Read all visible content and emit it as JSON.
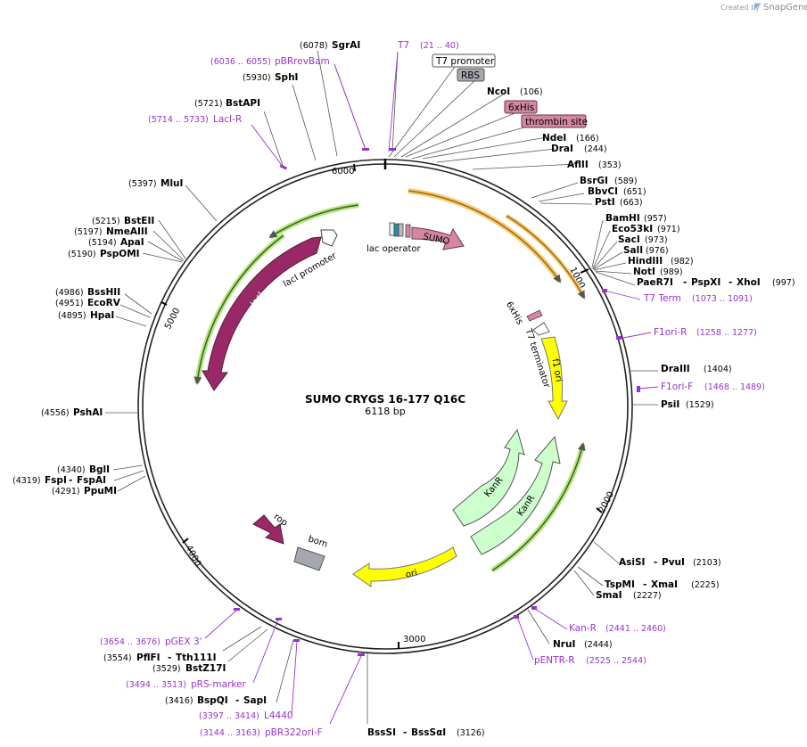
{
  "credit": {
    "prefix": "Created by",
    "brand": "SnapGene"
  },
  "plasmid": {
    "name": "SUMO CRYGS 16-177 Q16C",
    "size": "6118 bp"
  },
  "ticks": [
    "1000",
    "2000",
    "3000",
    "4000",
    "5000",
    "6000"
  ],
  "top_labels": {
    "sgrai": {
      "pos": "(6078)",
      "name": "SgrAI"
    },
    "t7": {
      "name": "T7",
      "range": "(21 .. 40)"
    },
    "pbrrevbam": {
      "range": "(6036 .. 6055)",
      "name": "pBRrevBam"
    },
    "t7prom": "T7 promoter",
    "sphi": {
      "pos": "(5930)",
      "name": "SphI"
    },
    "rbs": "RBS",
    "ncoi": {
      "name": "NcoI",
      "pos": "(106)"
    },
    "his6": "6xHis",
    "bstapi": {
      "pos": "(5721)",
      "name": "BstAPI"
    },
    "thrombin": "thrombin site",
    "laci_r": {
      "range": "(5714 .. 5733)",
      "name": "LacI-R"
    },
    "ndei": {
      "name": "NdeI",
      "pos": "(166)"
    },
    "drai1": {
      "name": "DraI",
      "pos": "(244)"
    },
    "aflii": {
      "name": "AflII",
      "pos": "(353)"
    }
  },
  "right_labels": {
    "bsrgi": {
      "name": "BsrGI",
      "pos": "(589)"
    },
    "bbvci": {
      "name": "BbvCI",
      "pos": "(651)"
    },
    "psti": {
      "name": "PstI",
      "pos": "(663)"
    },
    "bamhi": {
      "name": "BamHI",
      "pos": "(957)"
    },
    "eco53ki": {
      "name": "Eco53kI",
      "pos": "(971)"
    },
    "saci": {
      "name": "SacI",
      "pos": "(973)"
    },
    "sali": {
      "name": "SalI",
      "pos": "(976)"
    },
    "hindiii": {
      "name": "HindIII",
      "pos": "(982)"
    },
    "noti": {
      "name": "NotI",
      "pos": "(989)"
    },
    "paer7i": {
      "name1": "PaeR7I",
      "name2": "PspXI",
      "name3": "XhoI",
      "pos": "(997)"
    },
    "t7term": {
      "name": "T7 Term",
      "range": "(1073 .. 1091)"
    },
    "f1ori_r": {
      "name": "F1ori-R",
      "range": "(1258 .. 1277)"
    },
    "draiii": {
      "name": "DraIII",
      "pos": "(1404)"
    },
    "f1ori_f": {
      "name": "F1ori-F",
      "range": "(1468 .. 1489)"
    },
    "psii": {
      "name": "PsiI",
      "pos": "(1529)"
    },
    "asisi": {
      "name1": "AsiSI",
      "name2": "PvuI",
      "pos": "(2103)"
    },
    "tspmi": {
      "name1": "TspMI",
      "name2": "XmaI",
      "pos": "(2225)"
    },
    "smai": {
      "name": "SmaI",
      "pos": "(2227)"
    },
    "kan_r": {
      "name": "Kan-R",
      "range": "(2441 .. 2460)"
    },
    "nrui": {
      "name": "NruI",
      "pos": "(2444)"
    },
    "pentr_r": {
      "name": "pENTR-R",
      "range": "(2525 .. 2544)"
    }
  },
  "bottom_labels": {
    "bsssi": {
      "name1": "BssSI",
      "name2": "BssSαI",
      "pos": "(3126)"
    },
    "pbr322": {
      "range": "(3144 .. 3163)",
      "name": "pBR322ori-F"
    },
    "l4440": {
      "range": "(3397 .. 3414)",
      "name": "L4440"
    },
    "bspqi": {
      "pos": "(3416)",
      "name1": "BspQI",
      "name2": "SapI"
    },
    "prs": {
      "range": "(3494 .. 3513)",
      "name": "pRS-marker"
    },
    "bstz17i": {
      "pos": "(3529)",
      "name": "BstZ17I"
    },
    "pflfi": {
      "pos": "(3554)",
      "name1": "PflFI",
      "name2": "Tth111I"
    },
    "pgex": {
      "range": "(3654 .. 3676)",
      "name": "pGEX 3'"
    }
  },
  "left_labels": {
    "mlui": {
      "pos": "(5397)",
      "name": "MluI"
    },
    "bsteii": {
      "pos": "(5215)",
      "name": "BstEII"
    },
    "nmeaiii": {
      "pos": "(5197)",
      "name": "NmeAIII"
    },
    "apai": {
      "pos": "(5194)",
      "name": "ApaI"
    },
    "pspomi": {
      "pos": "(5190)",
      "name": "PspOMI"
    },
    "bsshii": {
      "pos": "(4986)",
      "name": "BssHII"
    },
    "ecorv": {
      "pos": "(4951)",
      "name": "EcoRV"
    },
    "hpai": {
      "pos": "(4895)",
      "name": "HpaI"
    },
    "pshai": {
      "pos": "(4556)",
      "name": "PshAI"
    },
    "bgli": {
      "pos": "(4340)",
      "name": "BglI"
    },
    "fspi": {
      "pos": "(4319)",
      "name1": "FspI",
      "name2": "FspAI"
    },
    "ppumi": {
      "pos": "(4291)",
      "name": "PpuMI"
    }
  },
  "features": {
    "sumo": "SUMO",
    "lac_operator": "lac operator",
    "laci": "lacI",
    "laci_promoter": "lacI promoter",
    "his6": "6xHis",
    "t7_terminator": "T7 terminator",
    "f1ori": "f1 ori",
    "kanr1": "KanR",
    "kanr2": "KanR",
    "ori": "ori",
    "rop": "rop",
    "bom": "bom"
  },
  "colors": {
    "laci": "#992966",
    "sumo": "#d4889f",
    "f1ori": "#ffff00",
    "kanr": "#ccffcc",
    "ori": "#ffff00",
    "rop": "#992966",
    "bom": "#a6a8b0",
    "orange_glow": "#f5c97a",
    "green_glow": "#b8e08a",
    "primer": "#9933cc"
  }
}
